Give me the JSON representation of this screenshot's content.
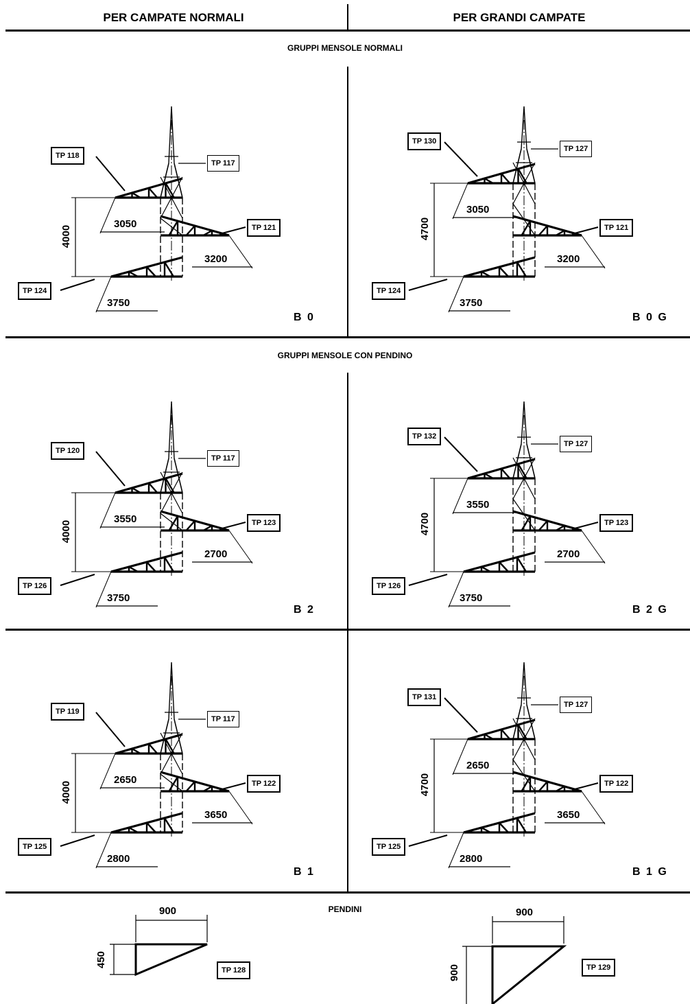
{
  "header": {
    "left": "PER CAMPATE NORMALI",
    "right": "PER GRANDI CAMPATE"
  },
  "sections": {
    "normali": "GRUPPI MENSOLE NORMALI",
    "pendino": "GRUPPI MENSOLE CON PENDINO",
    "pendini": "PENDINI"
  },
  "panels": {
    "b0": {
      "code": "B 0",
      "tp_top_arm": "TP 118",
      "tp_tower": "TP 117",
      "tp_right_arm": "TP 121",
      "tp_bottom_arm": "TP 124",
      "dim_upper": "3050",
      "dim_right": "3200",
      "dim_lower": "3750",
      "dim_height": "4000"
    },
    "b0g": {
      "code": "B 0 G",
      "tp_top_arm": "TP 130",
      "tp_tower": "TP 127",
      "tp_right_arm": "TP 121",
      "tp_bottom_arm": "TP 124",
      "dim_upper": "3050",
      "dim_right": "3200",
      "dim_lower": "3750",
      "dim_height": "4700"
    },
    "b2": {
      "code": "B 2",
      "tp_top_arm": "TP 120",
      "tp_tower": "TP 117",
      "tp_right_arm": "TP 123",
      "tp_bottom_arm": "TP 126",
      "dim_upper": "3550",
      "dim_right": "2700",
      "dim_lower": "3750",
      "dim_height": "4000"
    },
    "b2g": {
      "code": "B 2 G",
      "tp_top_arm": "TP 132",
      "tp_tower": "TP 127",
      "tp_right_arm": "TP 123",
      "tp_bottom_arm": "TP 126",
      "dim_upper": "3550",
      "dim_right": "2700",
      "dim_lower": "3750",
      "dim_height": "4700"
    },
    "b1": {
      "code": "B 1",
      "tp_top_arm": "TP 119",
      "tp_tower": "TP 117",
      "tp_right_arm": "TP 122",
      "tp_bottom_arm": "TP 125",
      "dim_upper": "2650",
      "dim_right": "3650",
      "dim_lower": "2800",
      "dim_height": "4000"
    },
    "b1g": {
      "code": "B 1 G",
      "tp_top_arm": "TP 131",
      "tp_tower": "TP 127",
      "tp_right_arm": "TP 122",
      "tp_bottom_arm": "TP 125",
      "dim_upper": "2650",
      "dim_right": "3650",
      "dim_lower": "2800",
      "dim_height": "4700"
    }
  },
  "pendini": {
    "left": {
      "tp": "TP 128",
      "dim_width": "900",
      "dim_height": "450"
    },
    "right": {
      "tp": "TP 129",
      "dim_width": "900",
      "dim_height": "900"
    }
  }
}
